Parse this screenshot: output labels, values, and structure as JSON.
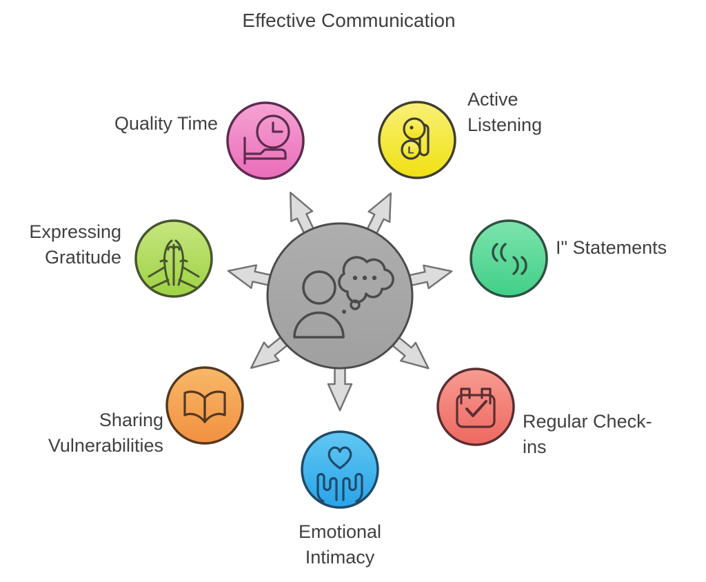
{
  "title": "Effective Communication",
  "text_color": "#3f4041",
  "center": {
    "name": "communication-hub",
    "icon": "person-thinking-icon",
    "fill_top": "#aeaeae",
    "fill_bottom": "#a0a0a0",
    "stroke": "#4b4b4b"
  },
  "arrows": {
    "count": 7,
    "fill": "#dcdcdc",
    "stroke": "#737373",
    "directions": [
      "up-left",
      "up-right",
      "left",
      "right",
      "down-left",
      "down-right",
      "down"
    ]
  },
  "nodes": [
    {
      "label": "Quality Time",
      "icon": "bed-clock-icon",
      "fill_top": "#f6a3d4",
      "fill_bottom": "#ea6cb9",
      "stroke": "#5b2c4e"
    },
    {
      "label": "Active\nListening",
      "icon": "earbud-icon",
      "badge": "L",
      "fill_top": "#f9f077",
      "fill_bottom": "#f0e112",
      "stroke": "#3e3e30"
    },
    {
      "label": "Expressing\nGratitude",
      "icon": "praying-hands-icon",
      "fill_top": "#c6e67f",
      "fill_bottom": "#9ed244",
      "stroke": "#47542e"
    },
    {
      "label": "I\" Statements",
      "icon": "quotation-marks-icon",
      "fill_top": "#7de4ad",
      "fill_bottom": "#41cf87",
      "stroke": "#2e5041"
    },
    {
      "label": "Sharing\nVulnerabilities",
      "icon": "open-book-icon",
      "fill_top": "#f8b869",
      "fill_bottom": "#f19140",
      "stroke": "#54381f"
    },
    {
      "label": "Regular Check-\nins",
      "icon": "calendar-check-icon",
      "fill_top": "#f79b90",
      "fill_bottom": "#ee6861",
      "stroke": "#5a2e32"
    },
    {
      "label": "Emotional\nIntimacy",
      "icon": "heart-in-hands-icon",
      "fill_top": "#62c8f3",
      "fill_bottom": "#29a3e8",
      "stroke": "#1f4a68"
    }
  ]
}
